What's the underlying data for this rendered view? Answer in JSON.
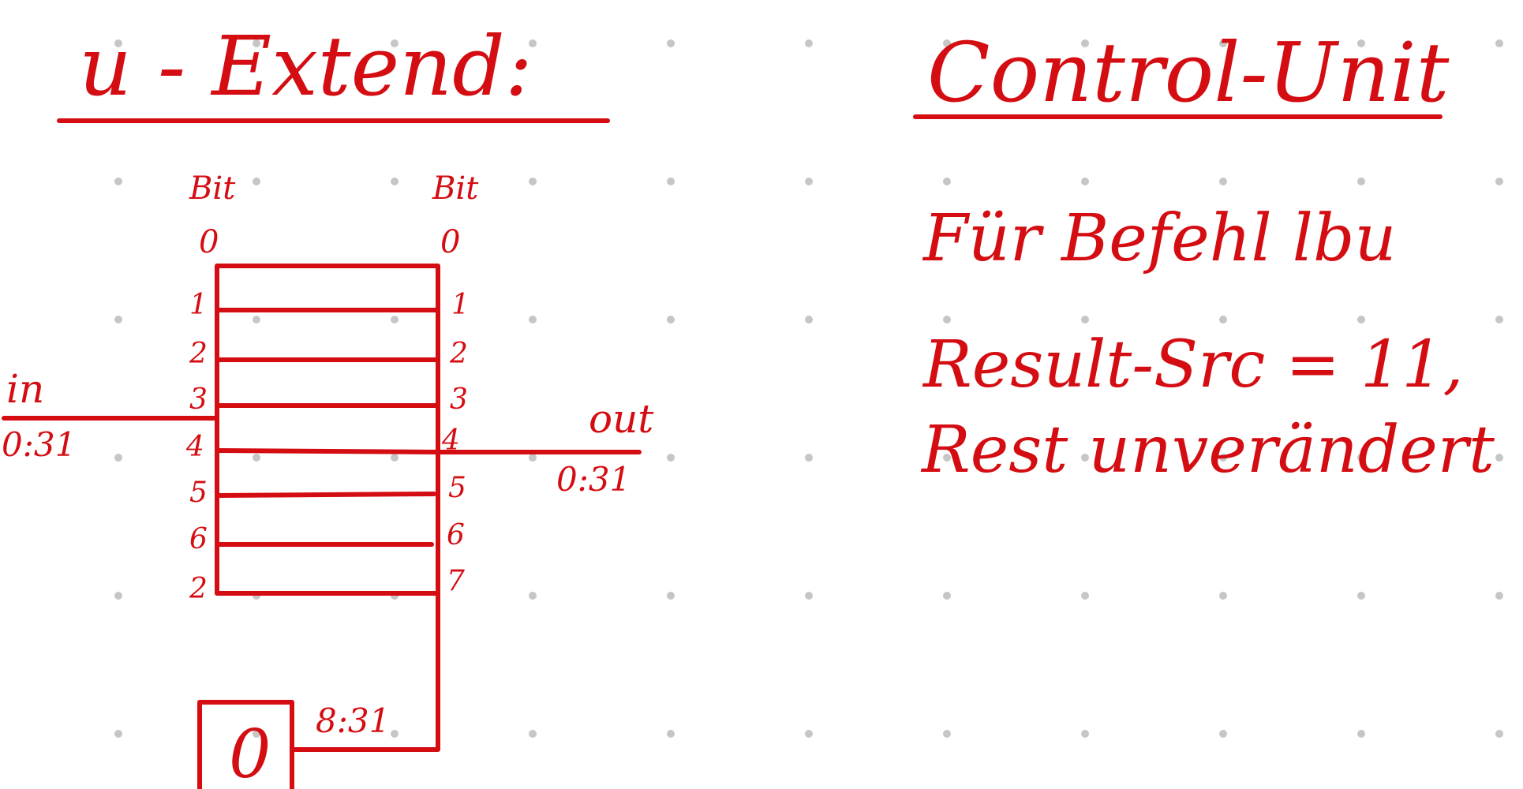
{
  "colors": {
    "ink": "#d40d12",
    "grid_dot": "#c6c6c6",
    "background": "#ffffff"
  },
  "left_section": {
    "title": "u - Extend:",
    "in_bit_header": "Bit",
    "out_bit_header": "Bit",
    "in_labels": [
      "0",
      "1",
      "2",
      "3",
      "4",
      "5",
      "6",
      "2"
    ],
    "out_labels": [
      "0",
      "1",
      "2",
      "3",
      "4",
      "5",
      "6",
      "7"
    ],
    "input": {
      "label": "in",
      "range": "0:31"
    },
    "output": {
      "label": "out",
      "range": "0:31"
    },
    "constant": {
      "value": "0",
      "range": "8:31"
    }
  },
  "right_section": {
    "title": "Control-Unit",
    "notes": [
      "Für Befehl lbu",
      "Result-Src = 11,",
      "Rest unverändert"
    ]
  }
}
